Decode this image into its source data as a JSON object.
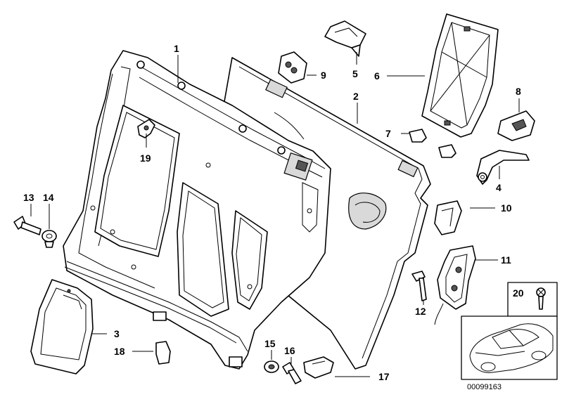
{
  "diagram": {
    "parts": [
      {
        "number": "1"
      },
      {
        "number": "2"
      },
      {
        "number": "3"
      },
      {
        "number": "4"
      },
      {
        "number": "5"
      },
      {
        "number": "6"
      },
      {
        "number": "7"
      },
      {
        "number": "8"
      },
      {
        "number": "9"
      },
      {
        "number": "10"
      },
      {
        "number": "11"
      },
      {
        "number": "12"
      },
      {
        "number": "13"
      },
      {
        "number": "14"
      },
      {
        "number": "15"
      },
      {
        "number": "16"
      },
      {
        "number": "17"
      },
      {
        "number": "18"
      },
      {
        "number": "19"
      },
      {
        "number": "20"
      }
    ],
    "document_number": "00099163"
  }
}
